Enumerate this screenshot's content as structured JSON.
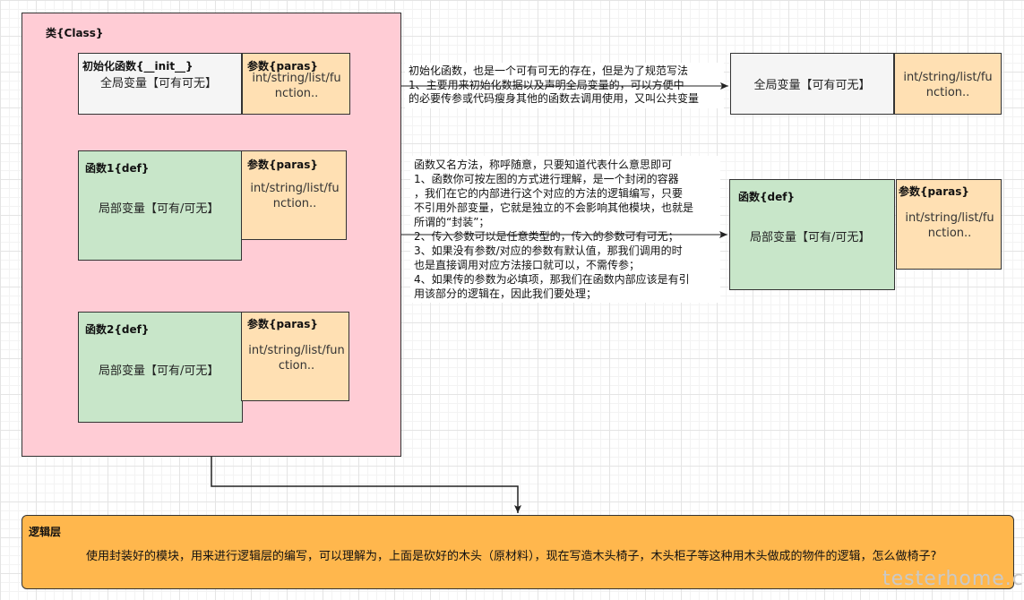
{
  "class_box": {
    "title": "类{Class}"
  },
  "init": {
    "title": "初始化函数{__init__}",
    "body": "全局变量【可有可无】",
    "param_title": "参数{paras}",
    "param_body": "int/string/list/function.."
  },
  "func1": {
    "title": "函数1{def}",
    "body": "局部变量【可有/可无】",
    "param_title": "参数{paras}",
    "param_body": "int/string/list/function.."
  },
  "func2": {
    "title": "函数2{def}",
    "body": "局部变量【可有/可无】",
    "param_title": "参数{paras}",
    "param_body": "int/string/list/function.."
  },
  "note_init": {
    "lines": [
      "初始化函数，也是一个可有可无的存在，但是为了规范写法",
      "1、主要用来初始化数据以及声明全局变量的，可以方便中",
      "的必要传参或代码瘦身其他的函数去调用使用，又叫公共变量"
    ]
  },
  "note_func": {
    "lines": [
      "函数又名方法，称呼随意，只要知道代表什么意思即可",
      "1、函数你可按左图的方式进行理解，是一个封闭的容器",
      "，我们在它的内部进行这个对应的方法的逻辑编写，只要",
      "不引用外部变量，它就是独立的不会影响其他模块，也就是",
      "所谓的“封装”；",
      "2、传入参数可以是任意类型的，传入的参数可有可无；",
      "3、如果没有参数/对应的参数有默认值，那我们调用的时",
      "也是直接调用对应方法接口就可以，不需传参；",
      "4、如果传的参数为必填项，那我们在函数内部应该是有引",
      "用该部分的逻辑在，因此我们要处理；"
    ]
  },
  "global_right": {
    "body": "全局变量【可有可无】",
    "param_body": "int/string/list/function.."
  },
  "func_right": {
    "title": "函数{def}",
    "body": "局部变量【可有/可无】",
    "param_title": "参数{paras}",
    "param_body": "int/string/list/function.."
  },
  "logic": {
    "title": "逻辑层",
    "body": "使用封装好的模块，用来进行逻辑层的编写，可以理解为，上面是砍好的木头（原材料），现在写造木头椅子，木头柜子等这种用木头做成的物件的逻辑，怎么做椅子?"
  },
  "watermark": "testerhome.com",
  "colors": {
    "class_fill": "#ffccd5",
    "init_fill": "#f5f5f5",
    "param_fill": "#ffe0b3",
    "func_fill": "#c8e6c9",
    "logic_fill": "#ffb74d"
  }
}
